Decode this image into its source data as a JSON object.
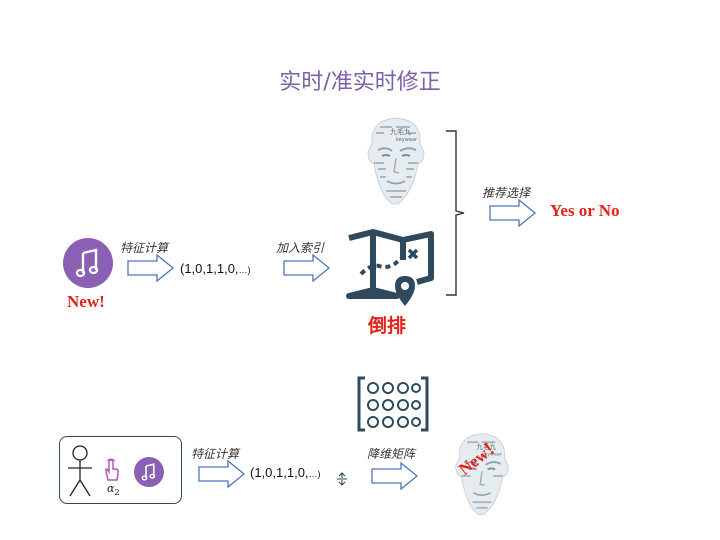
{
  "title": "实时/准实时修正",
  "top_flow": {
    "new_label": "New!",
    "step1_label": "特征计算",
    "vector_main": "(1,0,1,1,0,",
    "vector_tail": "…)",
    "step2_label": "加入索引",
    "index_label": "倒排",
    "recommend_label": "推荐选择",
    "result": "Yes or No",
    "face_keyword_cn": "九毛九",
    "face_keyword_en": "keywear"
  },
  "bottom_flow": {
    "alpha_label": "α",
    "alpha_sub": "2",
    "step1_label": "特征计算",
    "vector_main": "(1,0,1,1,0,",
    "vector_tail": "…)",
    "step2_label": "降维矩阵",
    "new_stamp": "New！",
    "face_keyword_cn": "九毛九",
    "face_keyword_en": "keywear"
  },
  "colors": {
    "title": "#7b62a8",
    "music_circle": "#8b5fb3",
    "map_icon": "#2f4a5f",
    "red": "#e2231a",
    "arrow_stroke": "#4a78b8"
  },
  "icons": [
    "music-note-icon",
    "map-pin-icon",
    "face-wordcloud-icon",
    "person-icon",
    "tap-hand-icon",
    "matrix-icon"
  ]
}
